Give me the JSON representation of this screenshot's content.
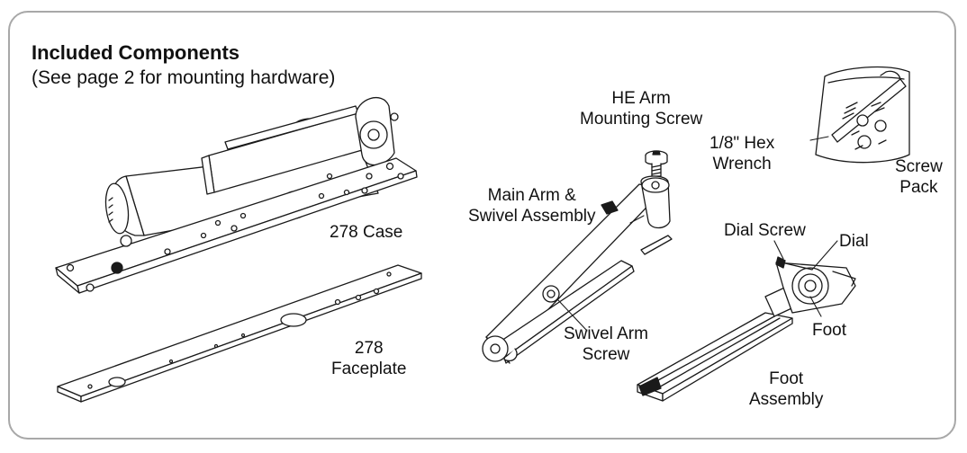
{
  "panel": {
    "title": "Included Components",
    "subtitle": "(See page 2 for mounting hardware)"
  },
  "components": {
    "case": "278 Case",
    "faceplate_line1": "278",
    "faceplate_line2": "Faceplate",
    "he_screw_line1": "HE Arm",
    "he_screw_line2": "Mounting Screw",
    "main_arm_line1": "Main Arm &",
    "main_arm_line2": "Swivel Assembly",
    "swivel_screw_line1": "Swivel Arm",
    "swivel_screw_line2": "Screw",
    "hex_wrench_line1": "1/8\" Hex",
    "hex_wrench_line2": "Wrench",
    "screw_pack_line1": "Screw",
    "screw_pack_line2": "Pack",
    "dial_screw": "Dial Screw",
    "dial": "Dial",
    "foot": "Foot",
    "foot_assembly_line1": "Foot",
    "foot_assembly_line2": "Assembly"
  }
}
